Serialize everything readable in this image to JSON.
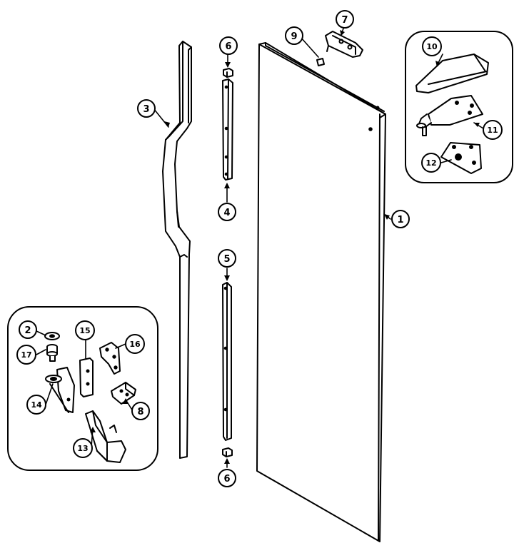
{
  "diagram": {
    "line_color": "#000000",
    "fill_color": "#ffffff",
    "callouts": {
      "c1": "1",
      "c2": "2",
      "c3": "3",
      "c4": "4",
      "c5": "5",
      "c6_top": "6",
      "c6_bottom": "6",
      "c7": "7",
      "c8": "8",
      "c9": "9",
      "c10": "10",
      "c11": "11",
      "c12": "12",
      "c13": "13",
      "c14": "14",
      "c15": "15",
      "c16": "16",
      "c17": "17"
    }
  }
}
